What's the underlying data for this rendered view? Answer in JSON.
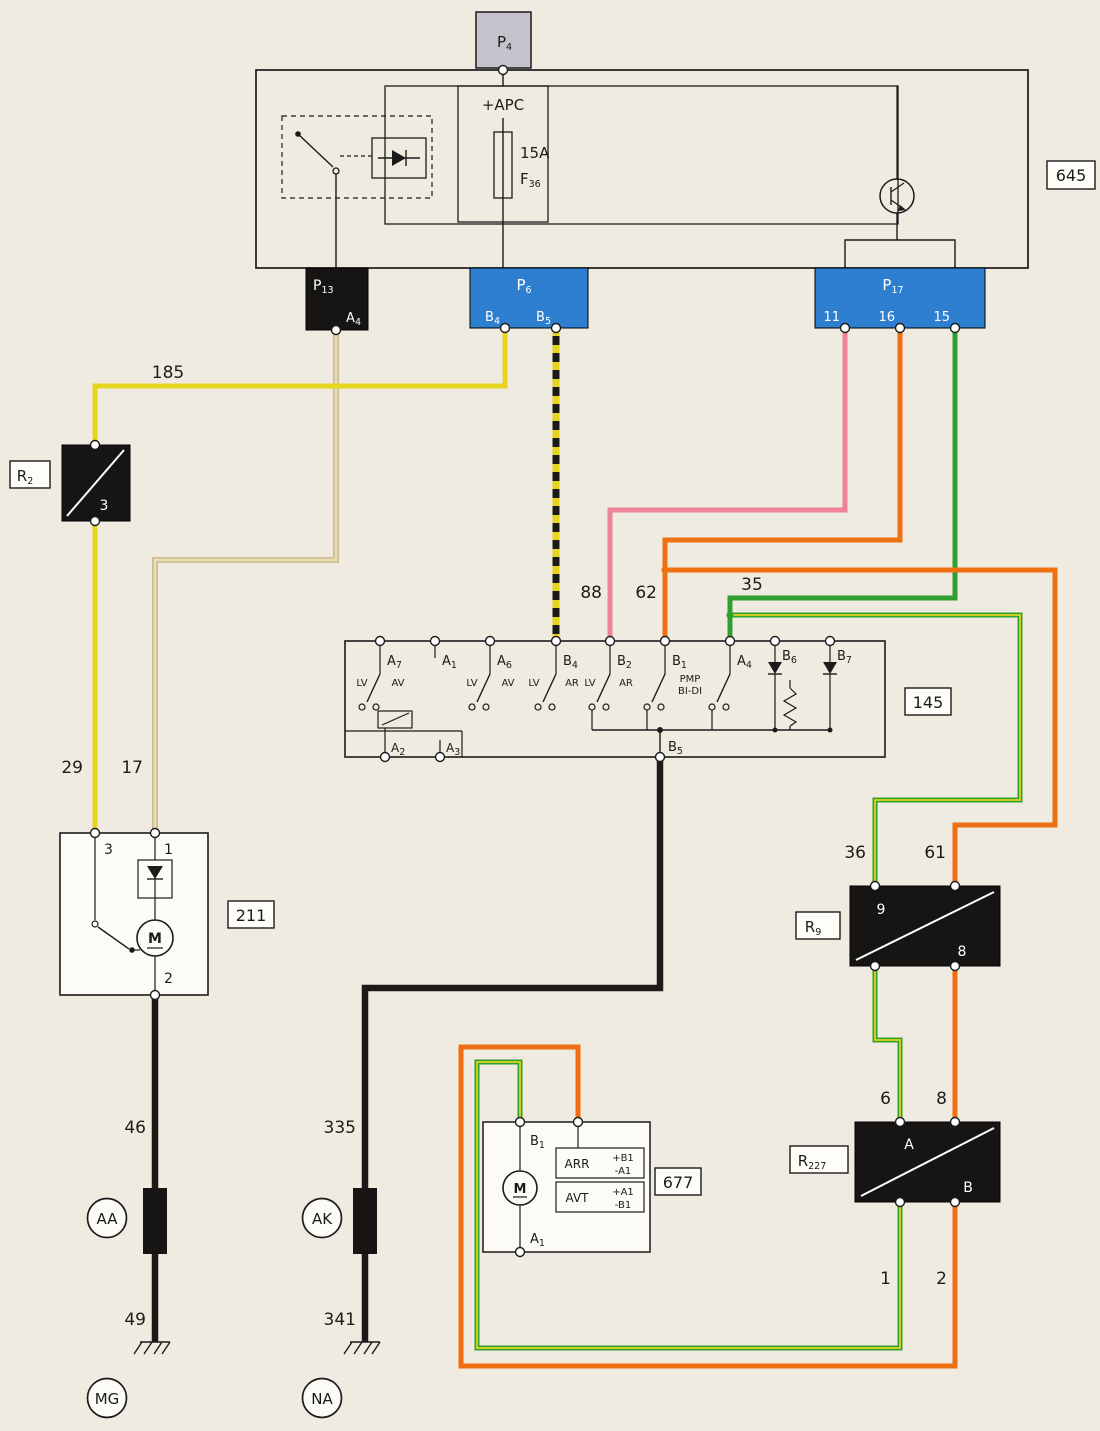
{
  "colors": {
    "background": "#f0ebe1",
    "yellow": "#e6d41f",
    "beige": "#e8dcb4",
    "beige_dark": "#c2ae7c",
    "pink": "#ee8296",
    "orange": "#ee7011",
    "green": "#2fa02f",
    "stripe_yellow": "#e6d41f",
    "black_wire": "#1c1a18",
    "blue": "#2e7fd0",
    "gray": "#c4c3cc",
    "panel_black": "#171513"
  },
  "boxes": {
    "c645": "645",
    "c145": "145",
    "c211": "211",
    "c677": "677"
  },
  "connectors": {
    "p4": {
      "m": "P",
      "s": "4"
    },
    "p13": {
      "m": "P",
      "s": "13"
    },
    "p13_a4": {
      "m": "A",
      "s": "4"
    },
    "p6": {
      "m": "P",
      "s": "6"
    },
    "p6_b4": {
      "m": "B",
      "s": "4"
    },
    "p6_b5": {
      "m": "B",
      "s": "5"
    },
    "p17": {
      "m": "P",
      "s": "17"
    },
    "p17_pins": [
      "11",
      "16",
      "15"
    ],
    "r2": {
      "m": "R",
      "s": "2"
    },
    "r2_pin3": "3",
    "r9": {
      "m": "R",
      "s": "9"
    },
    "r9_pin9": "9",
    "r9_pin8": "8",
    "r227": {
      "m": "R",
      "s": "227"
    },
    "r227_a": "A",
    "r227_b": "B"
  },
  "fuse": {
    "apc": "+APC",
    "rating": "15A",
    "f": "F",
    "f_sub": "36"
  },
  "wire_labels": {
    "w185": "185",
    "w29": "29",
    "w17": "17",
    "w88": "88",
    "w62": "62",
    "w35": "35",
    "w36": "36",
    "w61": "61",
    "w6": "6",
    "w8": "8",
    "w1": "1",
    "w2": "2",
    "w46": "46",
    "w49": "49",
    "w335": "335",
    "w341": "341"
  },
  "c145": {
    "pins_top": [
      {
        "m": "A",
        "s": "7"
      },
      {
        "m": "A",
        "s": "1"
      },
      {
        "m": "A",
        "s": "6"
      },
      {
        "m": "B",
        "s": "4"
      },
      {
        "m": "B",
        "s": "2"
      },
      {
        "m": "B",
        "s": "1"
      },
      {
        "m": "A",
        "s": "4"
      },
      {
        "m": "B",
        "s": "6"
      },
      {
        "m": "B",
        "s": "7"
      }
    ],
    "pins_bottom": [
      {
        "m": "A",
        "s": "2"
      },
      {
        "m": "A",
        "s": "3"
      },
      {
        "m": "B",
        "s": "5"
      }
    ],
    "sw1": {
      "l": "LV",
      "r": "AV"
    },
    "sw2": {
      "l": "LV",
      "r": "AV"
    },
    "sw3": {
      "l": "LV",
      "r": "AR"
    },
    "sw4": {
      "l": "LV",
      "r": "AR"
    },
    "pmp": "PMP",
    "bidi": "BI-DI"
  },
  "c211_labels": {
    "pin3": "3",
    "pin1": "1",
    "pin2": "2",
    "motor": "M"
  },
  "c677_labels": {
    "b1": {
      "m": "B",
      "s": "1"
    },
    "a1": {
      "m": "A",
      "s": "1"
    },
    "motor": "M",
    "arr": "ARR",
    "arr_plus": "+B1",
    "arr_minus": "-A1",
    "avt": "AVT",
    "avt_plus": "+A1",
    "avt_minus": "-B1"
  },
  "nodes": {
    "aa": "AA",
    "ak": "AK",
    "mg": "MG",
    "na": "NA"
  }
}
